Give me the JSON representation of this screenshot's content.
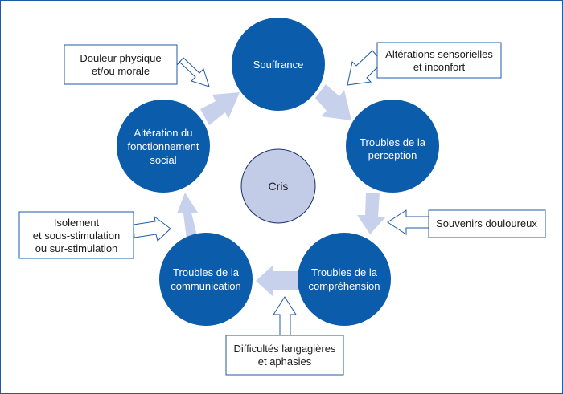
{
  "diagram": {
    "colors": {
      "node_fill": "#0b5cab",
      "center_fill": "#c3cce7",
      "cycle_arrow": "#c7d1ec",
      "box_border": "#1f5aa6",
      "frame_border": "#1f5aa6"
    },
    "center": {
      "label": "Cris"
    },
    "nodes": [
      {
        "id": "souffrance",
        "lines": [
          "Souffrance"
        ]
      },
      {
        "id": "perception",
        "lines": [
          "Troubles de la",
          "perception"
        ]
      },
      {
        "id": "comprehension",
        "lines": [
          "Troubles de la",
          "compréhension"
        ]
      },
      {
        "id": "communication",
        "lines": [
          "Troubles de la",
          "communication"
        ]
      },
      {
        "id": "social",
        "lines": [
          "Altération du",
          "fonctionnement",
          "social"
        ]
      }
    ],
    "factors": [
      {
        "id": "douleur",
        "lines": [
          "Douleur physique",
          "et/ou morale"
        ]
      },
      {
        "id": "sensorielles",
        "lines": [
          "Altérations sensorielles",
          "et inconfort"
        ]
      },
      {
        "id": "souvenirs",
        "lines": [
          "Souvenirs douloureux"
        ]
      },
      {
        "id": "langagieres",
        "lines": [
          "Difficultés langagières",
          "et aphasies"
        ]
      },
      {
        "id": "isolement",
        "lines": [
          "Isolement",
          "et sous-stimulation",
          "ou sur-stimulation"
        ]
      }
    ]
  }
}
